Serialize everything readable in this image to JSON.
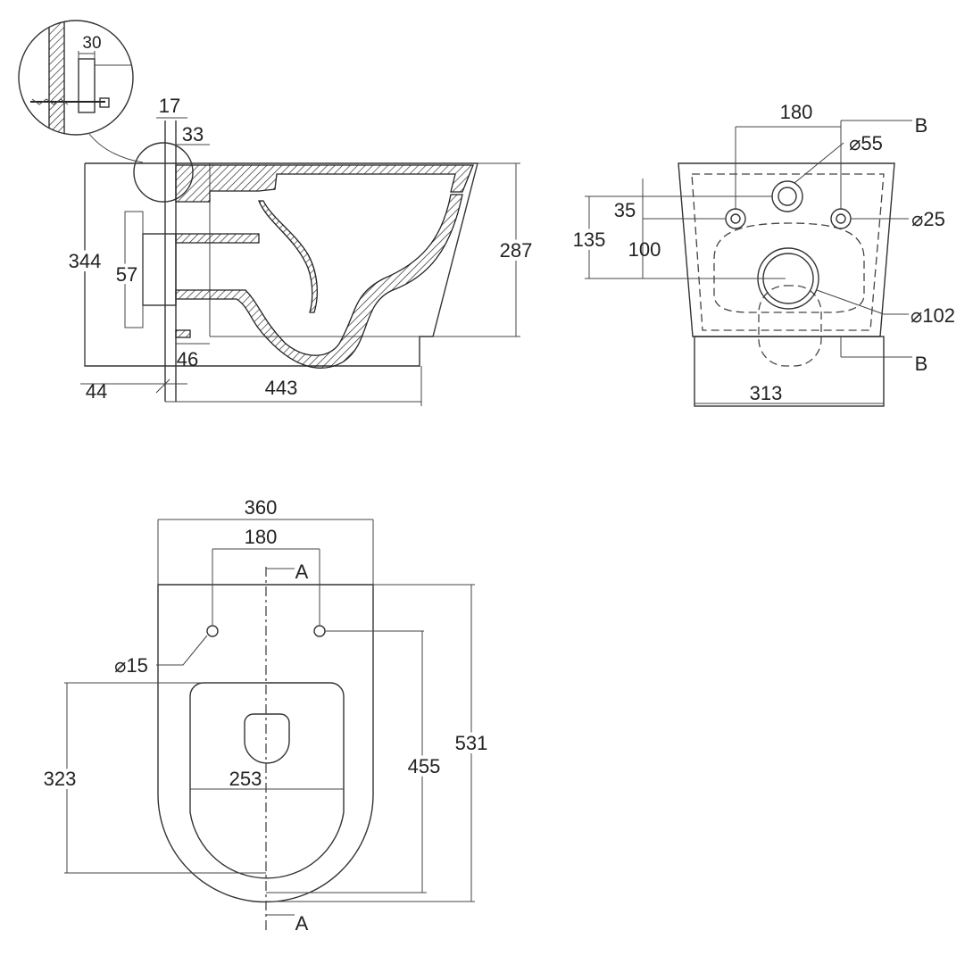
{
  "detail": {
    "wall_dim": "30"
  },
  "side_view": {
    "dims": {
      "top_17": "17",
      "top_33": "33",
      "height_344": "344",
      "height_287": "287",
      "outlet_57": "57",
      "bottom_46": "46",
      "bottom_44": "44",
      "length_443": "443"
    }
  },
  "rear_view": {
    "dims": {
      "spacing_180": "180",
      "dia_55": "⌀55",
      "dia_25": "⌀25",
      "dia_102": "⌀102",
      "dim_35": "35",
      "dim_135": "135",
      "dim_100": "100",
      "width_313": "313",
      "section_b_top": "B",
      "section_b_bottom": "B"
    }
  },
  "top_view": {
    "dims": {
      "width_360": "360",
      "spacing_180": "180",
      "section_a_top": "A",
      "section_a_bottom": "A",
      "dia_15": "⌀15",
      "dim_323": "323",
      "dim_253": "253",
      "dim_455": "455",
      "dim_531": "531"
    }
  }
}
